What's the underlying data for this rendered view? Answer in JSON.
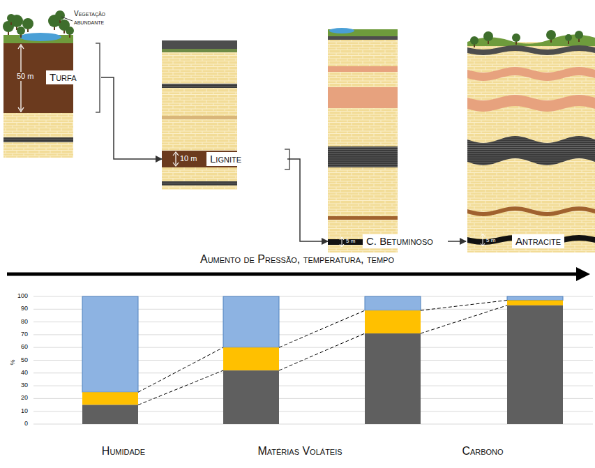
{
  "diagram": {
    "nodes": [
      {
        "text": [
          "Turfa"
        ]
      },
      {
        "text": [
          "Lignite"
        ]
      },
      {
        "text": [
          "C. Betuminoso"
        ]
      },
      {
        "text": [
          "Antracite"
        ]
      }
    ],
    "edges": [
      {
        "from": 0,
        "to": 1,
        "arrow": "to"
      },
      {
        "from": 1,
        "to": 2,
        "arrow": "to"
      },
      {
        "from": 2,
        "to": 3,
        "arrow": "to"
      }
    ],
    "labels": [
      "Vegetação abundante",
      "50 m",
      "10 m",
      "5 m",
      "5 m",
      "Aumento de Pressão, temperatura, tempo",
      "100",
      "90",
      "80",
      "70",
      "60",
      "50",
      "40",
      "30",
      "20",
      "10",
      "0",
      "%",
      "Humidade",
      "Matérias Voláteis",
      "Carbono"
    ]
  }
}
